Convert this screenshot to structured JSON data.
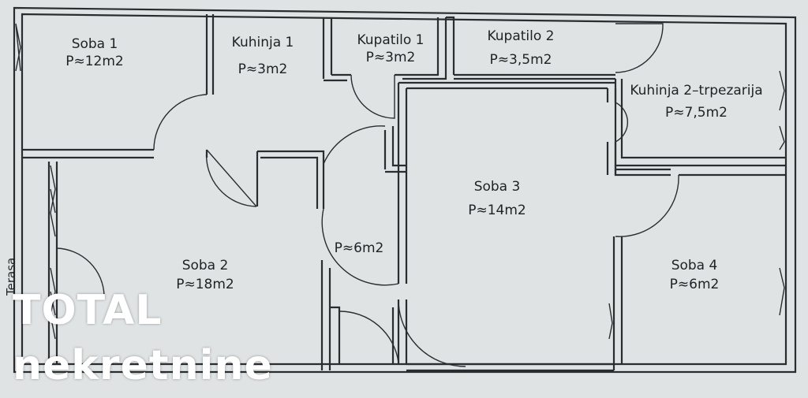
{
  "colors": {
    "paper": "#dfe3e4",
    "ink": "#2a2d30",
    "watermark": "#ffffff"
  },
  "rooms": [
    {
      "id": "soba1",
      "name": "Soba 1",
      "area": "P≈12m2"
    },
    {
      "id": "kuhinja1",
      "name": "Kuhinja 1",
      "area": "P≈3m2"
    },
    {
      "id": "kupatilo1",
      "name": "Kupatilo 1",
      "area": "P≈3m2"
    },
    {
      "id": "kupatilo2",
      "name": "Kupatilo 2",
      "area": "P≈3,5m2"
    },
    {
      "id": "kuhinja2",
      "name": "Kuhinja 2–trpezarija",
      "area": "P≈7,5m2"
    },
    {
      "id": "soba3",
      "name": "Soba 3",
      "area": "P≈14m2"
    },
    {
      "id": "hall",
      "name": "",
      "area": "P≈6m2"
    },
    {
      "id": "soba2",
      "name": "Soba 2",
      "area": "P≈18m2"
    },
    {
      "id": "soba4",
      "name": "Soba 4",
      "area": "P≈6m2"
    }
  ],
  "terrace_label": "Terasa",
  "watermark": {
    "line1": "TOTAL",
    "line2": "nekretnine"
  }
}
